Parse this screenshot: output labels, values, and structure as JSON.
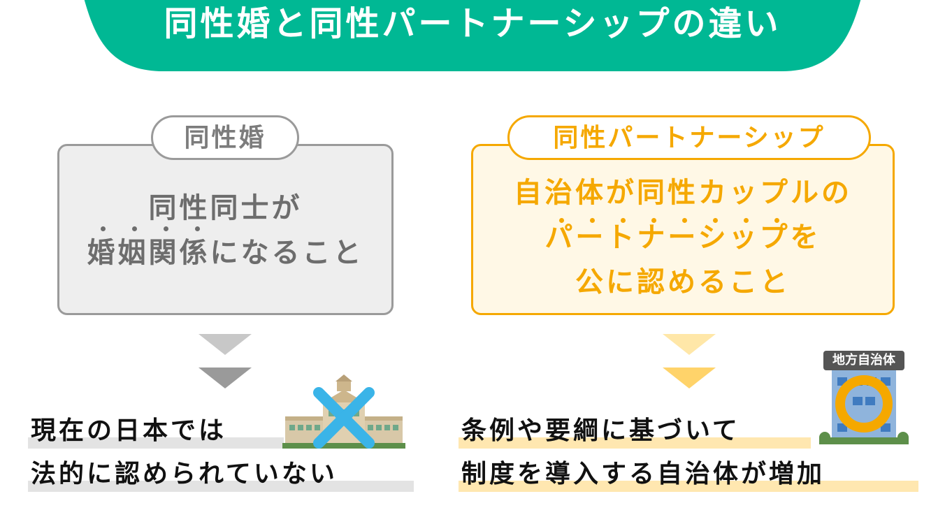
{
  "header": {
    "title": "同性婚と同性パートナーシップの違い"
  },
  "left": {
    "pill_label": "同性婚",
    "line1": "同性同士が",
    "line2": "婚姻関係になること",
    "result_line1": "現在の日本では",
    "result_line2": "法的に認められていない"
  },
  "right": {
    "pill_label": "同性パートナーシップ",
    "line1": "自治体が同性カップルの",
    "line2": "パートナーシップを",
    "line3": "公に認めること",
    "result_line1": "条例や要綱に基づいて",
    "result_line2": "制度を導入する自治体が増加",
    "building_sign": "地方自治体"
  },
  "colors": {
    "green": "#00b894",
    "orange": "#f5a800",
    "gray": "#9a9a9a",
    "blue_cross": "#3ab4e8"
  }
}
